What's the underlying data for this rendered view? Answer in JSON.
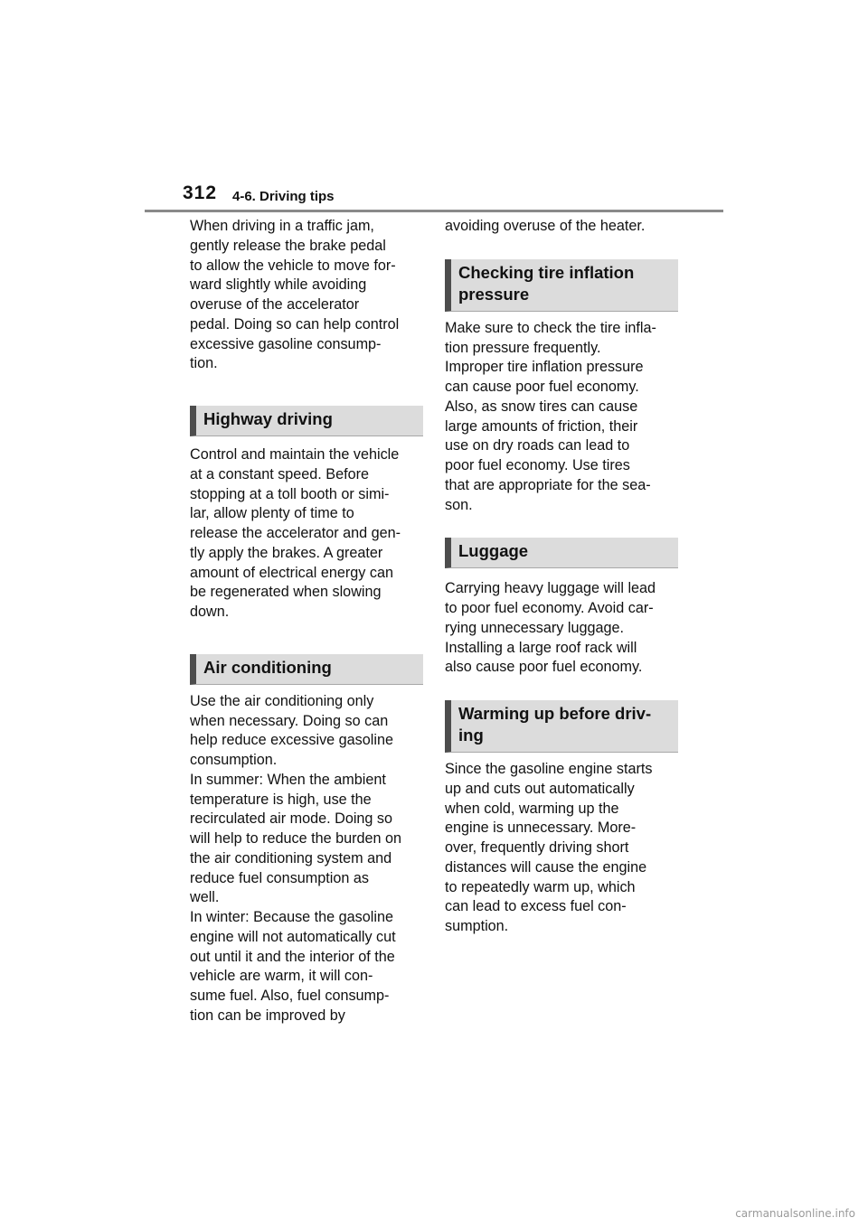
{
  "header": {
    "page_number": "312",
    "section_title": "4-6. Driving tips"
  },
  "left_column": {
    "intro_text": "When driving in a traffic jam,\ngently release the brake pedal\nto allow the vehicle to move for-\nward slightly while avoiding\noveruse of the accelerator\npedal. Doing so can help control\nexcessive gasoline consump-\ntion.",
    "highway": {
      "heading": "Highway driving",
      "text": "Control and maintain the vehicle\nat a constant speed. Before\nstopping at a toll booth or simi-\nlar, allow plenty of time to\nrelease the accelerator and gen-\ntly apply the brakes. A greater\namount of electrical energy can\nbe regenerated when slowing\ndown."
    },
    "air_conditioning": {
      "heading": "Air conditioning",
      "text": "Use the air conditioning only\nwhen necessary. Doing so can\nhelp reduce excessive gasoline\nconsumption.\nIn summer: When the ambient\ntemperature is high, use the\nrecirculated air mode. Doing so\nwill help to reduce the burden on\nthe air conditioning system and\nreduce fuel consumption as\nwell.\nIn winter: Because the gasoline\nengine will not automatically cut\nout until it and the interior of the\nvehicle are warm, it will con-\nsume fuel. Also, fuel consump-\ntion can be improved by"
    }
  },
  "right_column": {
    "continued_text": "avoiding overuse of the heater.",
    "tire_pressure": {
      "heading": "Checking tire inflation\npressure",
      "text": "Make sure to check the tire infla-\ntion pressure frequently.\nImproper tire inflation pressure\ncan cause poor fuel economy.\nAlso, as snow tires can cause\nlarge amounts of friction, their\nuse on dry roads can lead to\npoor fuel economy. Use tires\nthat are appropriate for the sea-\nson."
    },
    "luggage": {
      "heading": "Luggage",
      "text": "Carrying heavy luggage will lead\nto poor fuel economy. Avoid car-\nrying unnecessary luggage.\nInstalling a large roof rack will\nalso cause poor fuel economy."
    },
    "warming_up": {
      "heading": "Warming up before driv-\ning",
      "text": "Since the gasoline engine starts\nup and cuts out automatically\nwhen cold, warming up the\nengine is unnecessary. More-\nover, frequently driving short\ndistances will cause the engine\nto repeatedly warm up, which\ncan lead to excess fuel con-\nsumption."
    }
  },
  "footer": {
    "watermark": "carmanualsonline.info"
  }
}
